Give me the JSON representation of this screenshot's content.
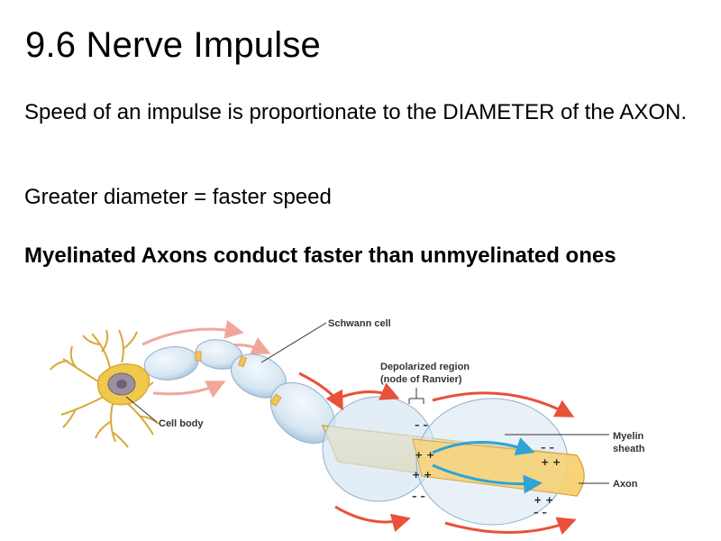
{
  "slide": {
    "title": "9.6 Nerve Impulse",
    "paragraph1": "Speed of an impulse is proportionate to the DIAMETER of the AXON.",
    "paragraph2": "Greater diameter = faster speed",
    "paragraph3": "Myelinated Axons conduct faster than unmyelinated ones"
  },
  "figure": {
    "labels": {
      "schwann_cell": "Schwann cell",
      "depolarized_line1": "Depolarized region",
      "depolarized_line2": "(node of Ranvier)",
      "cell_body": "Cell body",
      "myelin_line1": "Myelin",
      "myelin_line2": "sheath",
      "axon": "Axon"
    },
    "charge_signs": {
      "plus": "+ +",
      "minus": "– –"
    },
    "colors": {
      "neuron": "#f2c84b",
      "axon": "#f7d47a",
      "myelin": "#d6e6f2",
      "arrow_red": "#e8513a",
      "arrow_blue": "#2ea3d6"
    }
  }
}
